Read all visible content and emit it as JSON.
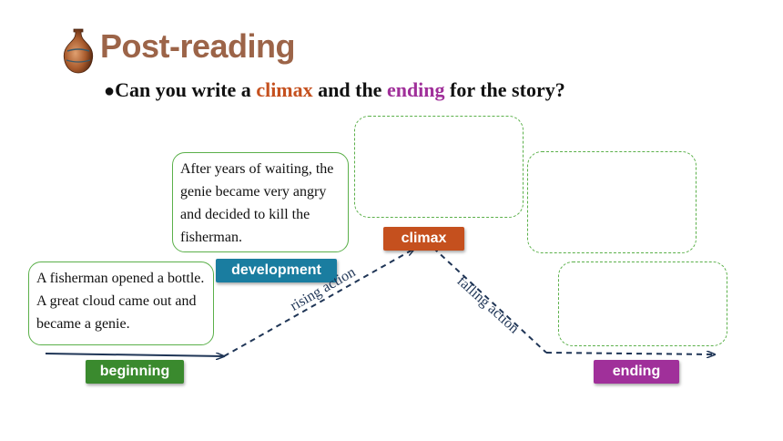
{
  "header": {
    "title": "Post-reading",
    "question": {
      "bullet": "●",
      "part1": "Can you write a ",
      "climax_word": "climax",
      "part2": " and the ",
      "ending_word": "ending",
      "part3": " for the story?"
    }
  },
  "boxes": {
    "beginning_text": "A fisherman opened a bottle. A great cloud came out and became a genie.",
    "development_text": "After years of waiting, the genie became very angry and decided to kill the fisherman."
  },
  "labels": {
    "beginning": "beginning",
    "development": "development",
    "climax": "climax",
    "ending": "ending"
  },
  "arrows": {
    "rising": "rising action",
    "falling": "falling action"
  },
  "colors": {
    "title": "#9c6448",
    "climax": "#c5501e",
    "ending": "#a0309a",
    "beginning": "#3a8a2e",
    "development": "#1a7da0",
    "box_border": "#5bb04a",
    "arrow": "#1f3556"
  }
}
